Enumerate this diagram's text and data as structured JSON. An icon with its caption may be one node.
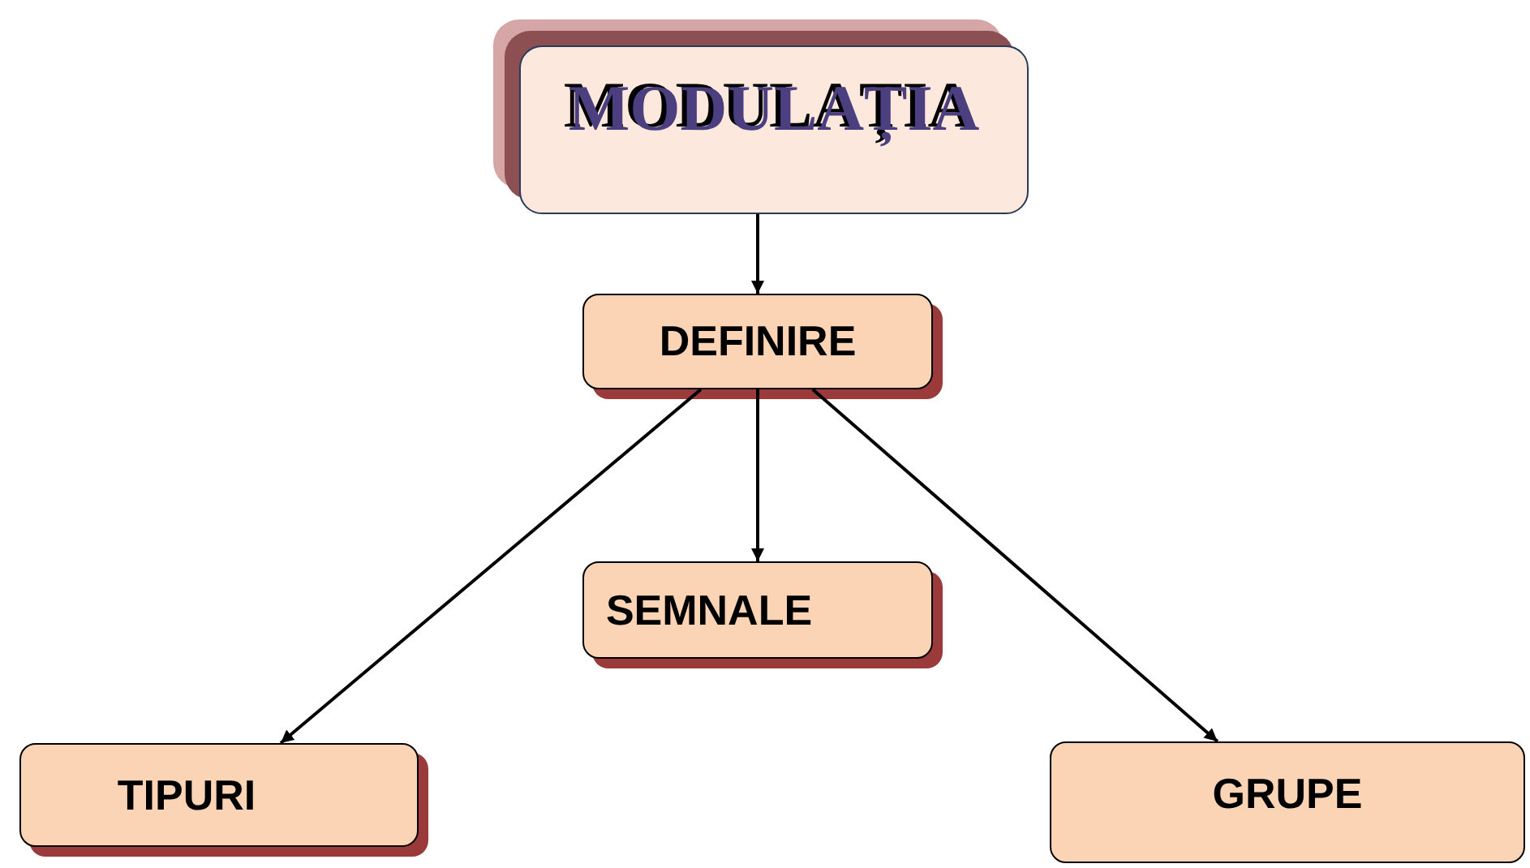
{
  "diagram": {
    "nodes": [
      {
        "text": [
          "MODULAȚIA"
        ]
      },
      {
        "text": [
          "DEFINIRE"
        ]
      },
      {
        "text": [
          "SEMNALE"
        ]
      },
      {
        "text": [
          "TIPURI"
        ]
      },
      {
        "text": [
          "GRUPE"
        ]
      }
    ],
    "edges": [
      {
        "from": 0,
        "to": 1,
        "arrow": "to"
      },
      {
        "from": 1,
        "to": 2,
        "arrow": "to"
      },
      {
        "from": 1,
        "to": 3,
        "arrow": "to"
      },
      {
        "from": 1,
        "to": 4,
        "arrow": "to"
      }
    ]
  }
}
